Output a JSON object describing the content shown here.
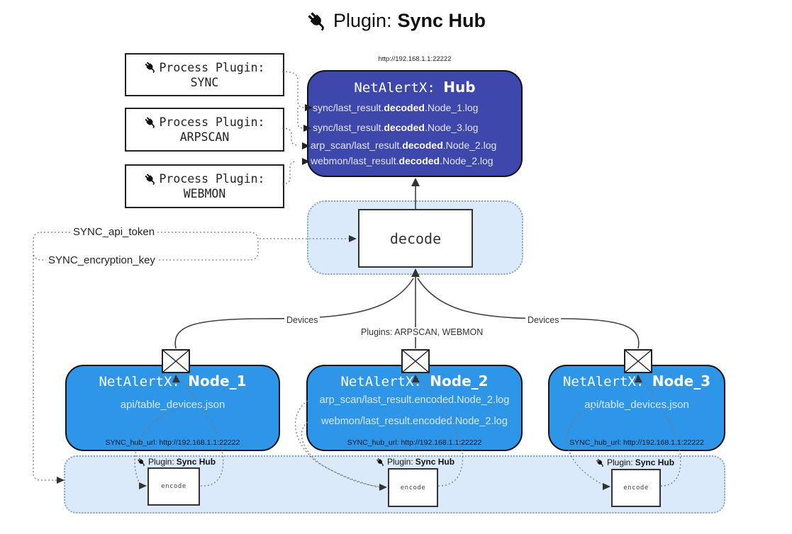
{
  "title": {
    "prefix": "Plugin:",
    "name": "Sync Hub"
  },
  "process_plugins": [
    {
      "label": "Process Plugin:",
      "name": "SYNC"
    },
    {
      "label": "Process Plugin:",
      "name": "ARPSCAN"
    },
    {
      "label": "Process Plugin:",
      "name": "WEBMON"
    }
  ],
  "hub": {
    "url": "http://192.168.1.1:22222",
    "title_prefix": "NetAlertX: ",
    "title_name": "Hub",
    "logs": [
      {
        "pre": "sync/last_result.",
        "bold": "decoded",
        "post": ".Node_1.log"
      },
      {
        "pre": "sync/last_result.",
        "bold": "decoded",
        "post": ".Node_3.log"
      },
      {
        "pre": "arp_scan/last_result.",
        "bold": "decoded",
        "post": ".Node_2.log"
      },
      {
        "pre": "webmon/last_result.",
        "bold": "decoded",
        "post": ".Node_2.log"
      }
    ]
  },
  "decode": {
    "label": "decode"
  },
  "settings": {
    "api_token": "SYNC_api_token",
    "encryption_key": "SYNC_encryption_key"
  },
  "edges": {
    "devices_left": "Devices",
    "devices_right": "Devices",
    "plugins_mid": "Plugins: ARPSCAN, WEBMON"
  },
  "nodes": [
    {
      "title_prefix": "NetAlertX: ",
      "title_name": "Node_1",
      "files": [
        "api/table_devices.json"
      ],
      "hub_url": "SYNC_hub_url: http://192.168.1.1:22222"
    },
    {
      "title_prefix": "NetAlertX: ",
      "title_name": "Node_2",
      "files": [
        "arp_scan/last_result.encoded.Node_2.log",
        "webmon/last_result.encoded.Node_2.log"
      ],
      "hub_url": "SYNC_hub_url: http://192.168.1.1:22222"
    },
    {
      "title_prefix": "NetAlertX: ",
      "title_name": "Node_3",
      "files": [
        "api/table_devices.json"
      ],
      "hub_url": "SYNC_hub_url: http://192.168.1.1:22222"
    }
  ],
  "encode_plugins": [
    {
      "label_prefix": "Plugin:",
      "label_name": "Sync Hub",
      "box": "encode"
    },
    {
      "label_prefix": "Plugin:",
      "label_name": "Sync Hub",
      "box": "encode"
    },
    {
      "label_prefix": "Plugin:",
      "label_name": "Sync Hub",
      "box": "encode"
    }
  ],
  "colors": {
    "hub_fill": "#3e48ac",
    "node_fill": "#2d96e8",
    "panel_fill": "#daeafa",
    "panel_border": "#8aa4bf",
    "line": "#3f3f3f",
    "dotted": "#7a7a7a"
  }
}
